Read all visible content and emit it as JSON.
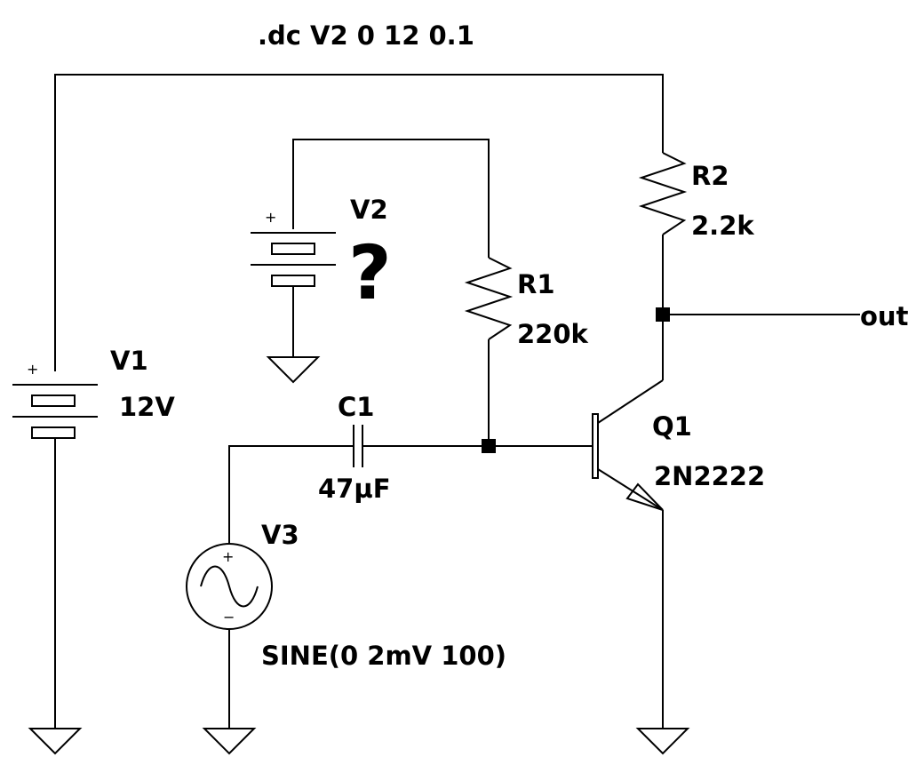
{
  "directive": ".dc V2 0 12 0.1",
  "components": {
    "V1": {
      "name": "V1",
      "value": "12V"
    },
    "V2": {
      "name": "V2",
      "value": "?"
    },
    "V3": {
      "name": "V3",
      "value": "SINE(0 2mV 100)"
    },
    "R1": {
      "name": "R1",
      "value": "220k"
    },
    "R2": {
      "name": "R2",
      "value": "2.2k"
    },
    "C1": {
      "name": "C1",
      "value": "47µF"
    },
    "Q1": {
      "name": "Q1",
      "value": "2N2222"
    }
  },
  "net_labels": {
    "out": "out"
  },
  "polarity": {
    "plus": "+",
    "minus": "−"
  }
}
